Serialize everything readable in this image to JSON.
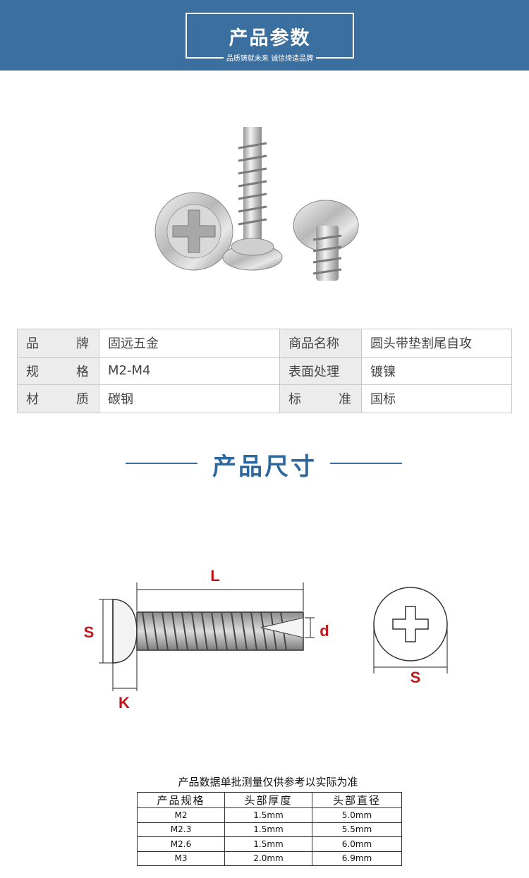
{
  "banner": {
    "title": "产品参数",
    "subtitle": "品质铸就未来 诚信缔造品牌"
  },
  "spec": {
    "rows": [
      {
        "label1": [
          "品",
          "牌"
        ],
        "value1": "固远五金",
        "label2": "商品名称",
        "value2": "圆头带垫割尾自攻"
      },
      {
        "label1": [
          "规",
          "格"
        ],
        "value1": "M2-M4",
        "label2": "表面处理",
        "value2": "镀镍"
      },
      {
        "label1": [
          "材",
          "质"
        ],
        "value1": "碳钢",
        "label2": [
          "标",
          "准"
        ],
        "value2": "国标"
      }
    ]
  },
  "section": {
    "title": "产品尺寸"
  },
  "diagram": {
    "label_L": "L",
    "label_S_side": "S",
    "label_d": "d",
    "label_K": "K",
    "label_S_top": "S",
    "label_color": "#c0171b"
  },
  "sizes": {
    "caption": "产品数据单批测量仅供参考以实际为准",
    "headers": [
      "产品规格",
      "头部厚度",
      "头部直径"
    ],
    "rows": [
      [
        "M2",
        "1.5mm",
        "5.0mm"
      ],
      [
        "M2.3",
        "1.5mm",
        "5.5mm"
      ],
      [
        "M2.6",
        "1.5mm",
        "6.0mm"
      ],
      [
        "M3",
        "2.0mm",
        "6.9mm"
      ]
    ]
  },
  "colors": {
    "brand": "#3b6fa0",
    "title": "#2d69a0"
  }
}
